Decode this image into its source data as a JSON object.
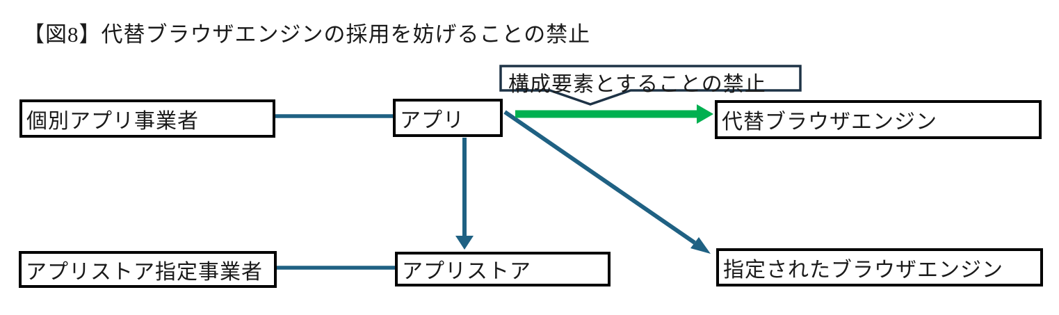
{
  "title": "【図8】代替ブラウザエンジンの採用を妨げることの禁止",
  "callout": {
    "label": "構成要素とすることの禁止"
  },
  "nodes": {
    "individual_app_provider": "個別アプリ事業者",
    "app": "アプリ",
    "alternative_browser_engine": "代替ブラウザエンジン",
    "app_store_designated_provider": "アプリストア指定事業者",
    "app_store": "アプリストア",
    "designated_browser_engine": "指定されたブラウザエンジン"
  },
  "edges": [
    {
      "from": "個別アプリ事業者",
      "to": "アプリ",
      "style": "plain-line"
    },
    {
      "from": "アプリ",
      "to": "代替ブラウザエンジン",
      "style": "green-arrow",
      "annotation": "構成要素とすることの禁止"
    },
    {
      "from": "アプリ",
      "to": "アプリストア",
      "style": "arrow"
    },
    {
      "from": "アプリ",
      "to": "指定されたブラウザエンジン",
      "style": "arrow"
    },
    {
      "from": "アプリストア指定事業者",
      "to": "アプリストア",
      "style": "plain-line"
    }
  ],
  "colors": {
    "connector": "#1F6183",
    "highlight_arrow": "#00B050",
    "callout_border": "#1E3346",
    "box_border": "#000000",
    "text": "#1A1A1A",
    "background": "#FFFFFF"
  }
}
